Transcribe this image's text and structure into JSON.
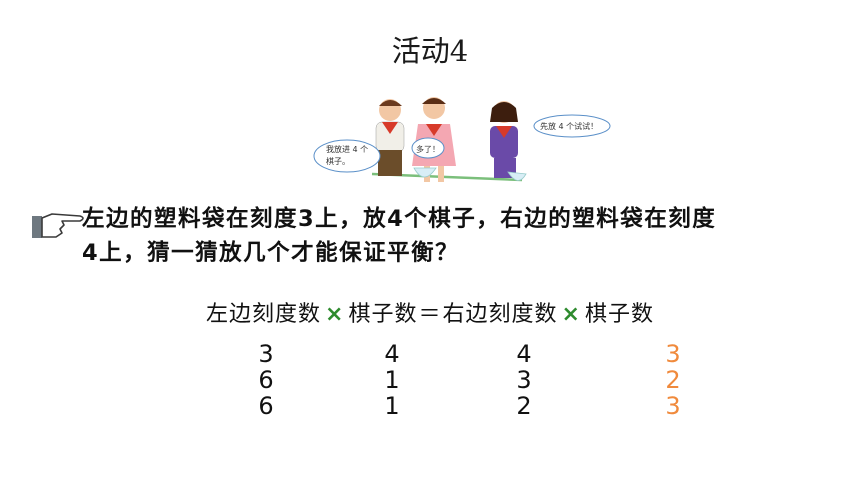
{
  "title": "活动4",
  "illustration": {
    "bubble_left": "我放进 4 个\n棋子。",
    "bubble_middle": "多了！",
    "bubble_right": "先放 4 个试试！"
  },
  "prompt": {
    "line1": "左边的塑料袋在刻度3上，放4个棋子，右边的塑料袋在刻度",
    "line2": "4上，猜一猜放几个才能保证平衡？"
  },
  "formula": {
    "left_scale": "左边刻度数",
    "times1": "×",
    "pieces1": "棋子数",
    "equals": "＝",
    "right_scale": "右边刻度数",
    "times2": "×",
    "pieces2": "棋子数"
  },
  "rows": [
    [
      "3",
      "4",
      "4",
      "3"
    ],
    [
      "6",
      "1",
      "3",
      "2"
    ],
    [
      "6",
      "1",
      "2",
      "3"
    ]
  ],
  "colors": {
    "times_green": "#2e8b2e",
    "answer_orange": "#f08a3c"
  }
}
